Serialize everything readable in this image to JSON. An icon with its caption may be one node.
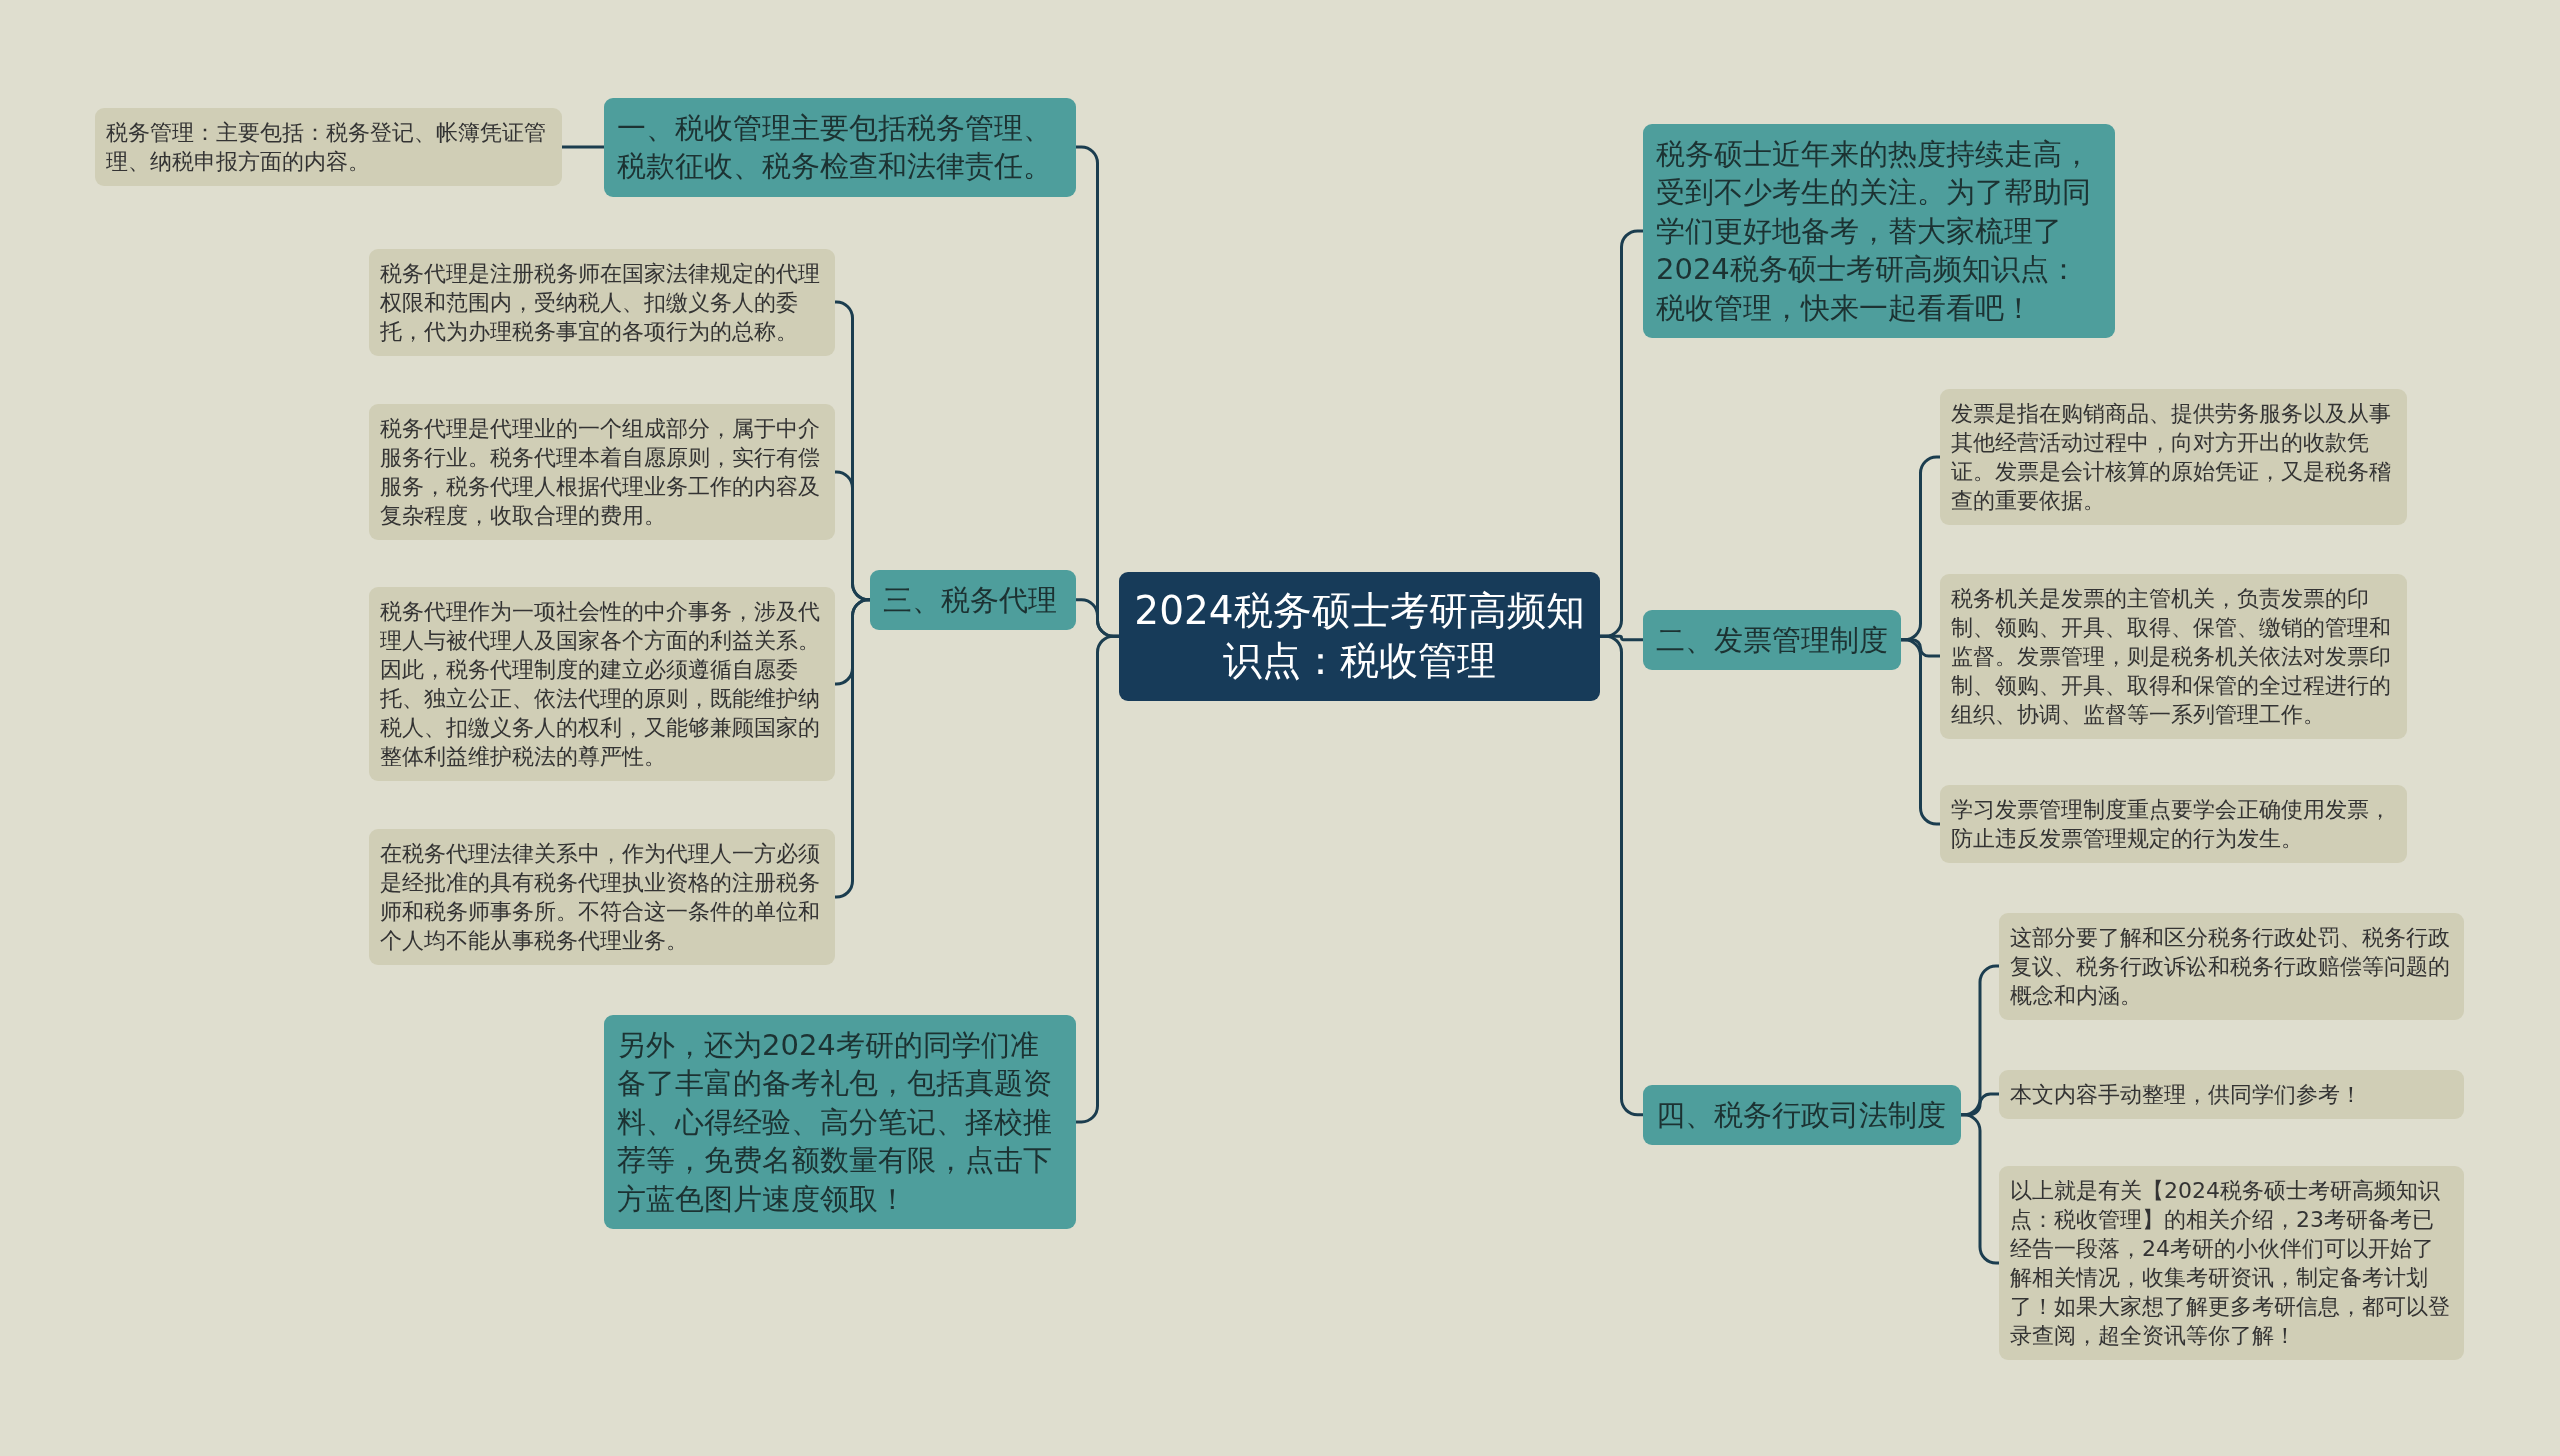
{
  "diagram": {
    "nodes": [
      {
        "text": [
          "2024税务硕士考研高频知识点：税收管理"
        ]
      },
      {
        "text": [
          "一、税收管理主要包括税务管理、税款征收、税务检查和法律责任。"
        ]
      },
      {
        "text": [
          "税务管理：主要包括：税务登记、帐簿凭证管理、纳税申报方面的内容。"
        ]
      },
      {
        "text": [
          "三、税务代理"
        ]
      },
      {
        "text": [
          "税务代理是注册税务师在国家法律规定的代理权限和范围内，受纳税人、扣缴义务人的委托，代为办理税务事宜的各项行为的总称。"
        ]
      },
      {
        "text": [
          "税务代理是代理业的一个组成部分，属于中介服务行业。税务代理本着自愿原则，实行有偿服务，税务代理人根据代理业务工作的内容及复杂程度，收取合理的费用。"
        ]
      },
      {
        "text": [
          "税务代理作为一项社会性的中介事务，涉及代理人与被代理人及国家各个方面的利益关系。因此，税务代理制度的建立必须遵循自愿委托、独立公正、依法代理的原则，既能维护纳税人、扣缴义务人的权利，又能够兼顾国家的整体利益维护税法的尊严性。"
        ]
      },
      {
        "text": [
          "在税务代理法律关系中，作为代理人一方必须是经批准的具有税务代理执业资格的注册税务师和税务师事务所。不符合这一条件的单位和个人均不能从事税务代理业务。"
        ]
      },
      {
        "text": [
          "另外，还为2024考研的同学们准备了丰富的备考礼包，包括真题资料、心得经验、高分笔记、择校推荐等，免费名额数量有限，点击下方蓝色图片速度领取！"
        ]
      },
      {
        "text": [
          "税务硕士近年来的热度持续走高，受到不少考生的关注。为了帮助同学们更好地备考，替大家梳理了2024税务硕士考研高频知识点：税收管理，快来一起看看吧！"
        ]
      },
      {
        "text": [
          "二、发票管理制度"
        ]
      },
      {
        "text": [
          "发票是指在购销商品、提供劳务服务以及从事其他经营活动过程中，向对方开出的收款凭证。发票是会计核算的原始凭证，又是税务稽查的重要依据。"
        ]
      },
      {
        "text": [
          "税务机关是发票的主管机关，负责发票的印制、领购、开具、取得、保管、缴销的管理和监督。发票管理，则是税务机关依法对发票印制、领购、开具、取得和保管的全过程进行的组织、协调、监督等一系列管理工作。"
        ]
      },
      {
        "text": [
          "学习发票管理制度重点要学会正确使用发票，防止违反发票管理规定的行为发生。"
        ]
      },
      {
        "text": [
          "四、税务行政司法制度"
        ]
      },
      {
        "text": [
          "这部分要了解和区分税务行政处罚、税务行政复议、税务行政诉讼和税务行政赔偿等问题的概念和内涵。"
        ]
      },
      {
        "text": [
          "本文内容手动整理，供同学们参考！"
        ]
      },
      {
        "text": [
          "以上就是有关【2024税务硕士考研高频知识点：税收管理】的相关介绍，23考研备考已经告一段落，24考研的小伙伴们可以开始了解相关情况，收集考研资讯，制定备考计划了！如果大家想了解更多考研信息，都可以登录查阅，超全资讯等你了解！"
        ]
      }
    ],
    "edges": [
      {
        "from": 0,
        "to": 1,
        "arrow": "none"
      },
      {
        "from": 1,
        "to": 2,
        "arrow": "none"
      },
      {
        "from": 0,
        "to": 3,
        "arrow": "none"
      },
      {
        "from": 3,
        "to": 4,
        "arrow": "none"
      },
      {
        "from": 3,
        "to": 5,
        "arrow": "none"
      },
      {
        "from": 3,
        "to": 6,
        "arrow": "none"
      },
      {
        "from": 3,
        "to": 7,
        "arrow": "none"
      },
      {
        "from": 0,
        "to": 8,
        "arrow": "none"
      },
      {
        "from": 0,
        "to": 9,
        "arrow": "none"
      },
      {
        "from": 0,
        "to": 10,
        "arrow": "none"
      },
      {
        "from": 10,
        "to": 11,
        "arrow": "none"
      },
      {
        "from": 10,
        "to": 12,
        "arrow": "none"
      },
      {
        "from": 10,
        "to": 13,
        "arrow": "none"
      },
      {
        "from": 0,
        "to": 14,
        "arrow": "none"
      },
      {
        "from": 14,
        "to": 15,
        "arrow": "none"
      },
      {
        "from": 14,
        "to": 16,
        "arrow": "none"
      },
      {
        "from": 14,
        "to": 17,
        "arrow": "none"
      }
    ]
  }
}
